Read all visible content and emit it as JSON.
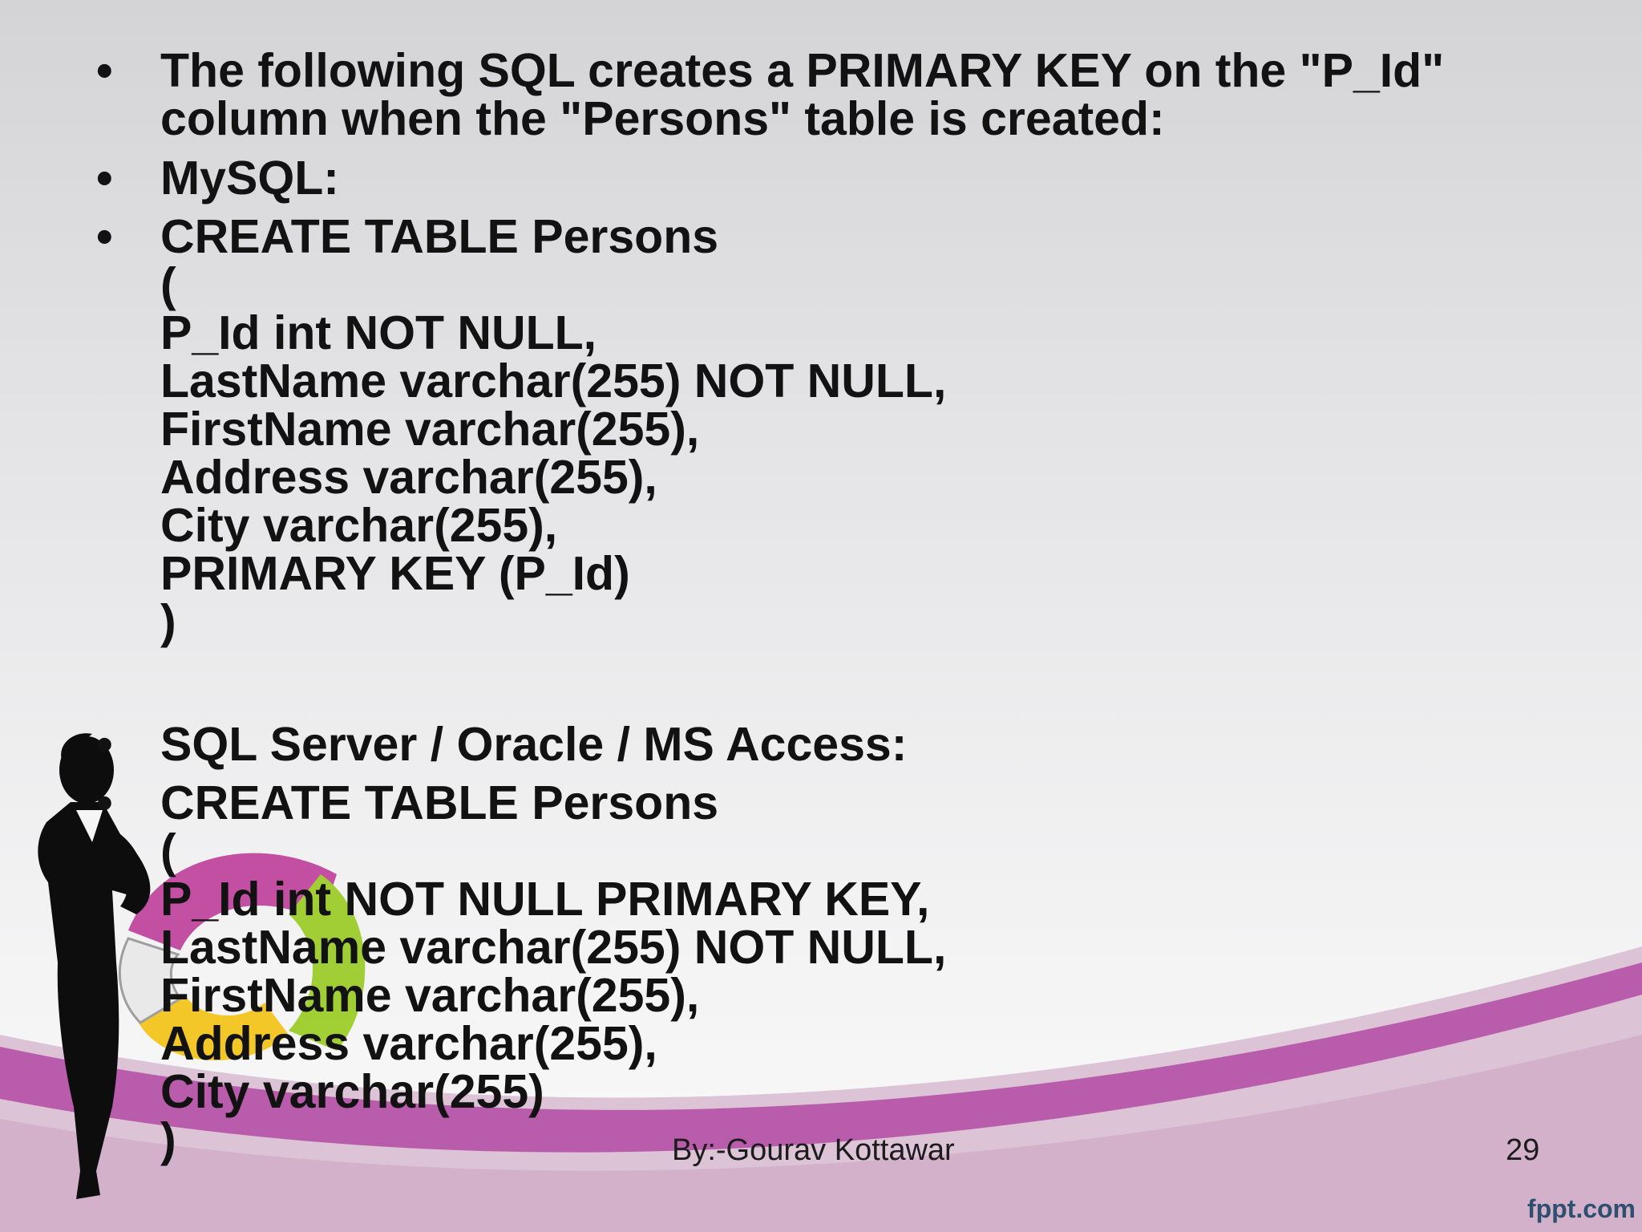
{
  "slide": {
    "section1": {
      "intro": "The following SQL creates a PRIMARY KEY on the \"P_Id\"\ncolumn when the \"Persons\" table is created:",
      "dialect": "MySQL:",
      "code": "CREATE TABLE Persons\n(\nP_Id int NOT NULL,\nLastName varchar(255) NOT NULL,\nFirstName varchar(255),\nAddress varchar(255),\nCity varchar(255),\nPRIMARY KEY (P_Id)\n)"
    },
    "section2": {
      "dialect": "SQL Server / Oracle / MS Access:",
      "code": "CREATE TABLE Persons\n(\nP_Id int NOT NULL PRIMARY KEY,\nLastName varchar(255) NOT NULL,\nFirstName varchar(255),\nAddress varchar(255),\nCity varchar(255)\n)"
    },
    "footer": {
      "author": "By:-Gourav Kottawar",
      "page_number": "29"
    },
    "brand": "fppt.com",
    "bullet_char": "•",
    "colors": {
      "swoosh": "#b24aa3",
      "ring_magenta": "#c0479e",
      "ring_green": "#9ccd2a",
      "ring_yellow": "#f2c51c",
      "text": "#121212"
    }
  }
}
